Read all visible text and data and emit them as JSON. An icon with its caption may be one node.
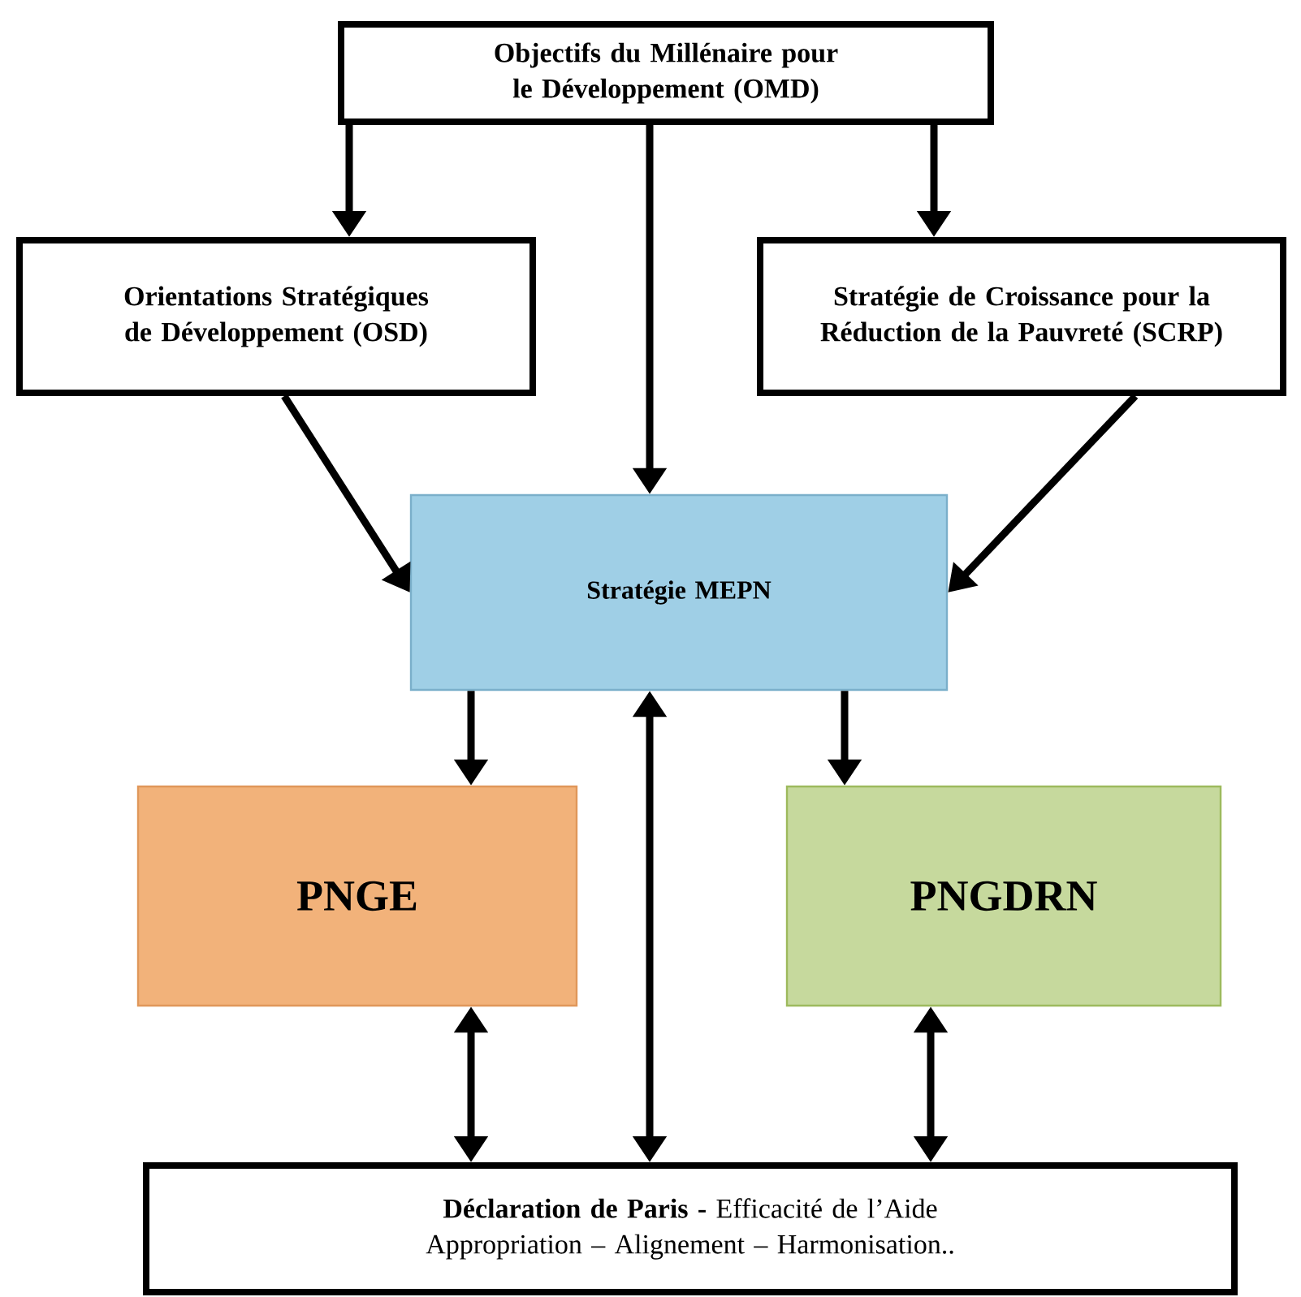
{
  "diagram": {
    "nodes": [
      {
        "text": [
          "Objectifs du Millénaire pour le Développement (OMD)"
        ]
      },
      {
        "text": [
          "Orientations Stratégiques de Développement (OSD)"
        ]
      },
      {
        "text": [
          "Stratégie de Croissance pour la Réduction de la Pauvreté (SCRP)"
        ]
      },
      {
        "text": [
          "Stratégie MEPN"
        ]
      },
      {
        "text": [
          "PNGE"
        ]
      },
      {
        "text": [
          "PNGDRN"
        ]
      },
      {
        "text": [
          "**Déclaration de Paris -** Efficacité de l’Aide",
          "Appropriation – Alignement – Harmonisation.."
        ]
      }
    ],
    "edges": [
      {
        "from": 0,
        "to": 1,
        "arrow": "to"
      },
      {
        "from": 0,
        "to": 3,
        "arrow": "to"
      },
      {
        "from": 0,
        "to": 2,
        "arrow": "to"
      },
      {
        "from": 1,
        "to": 3,
        "arrow": "to"
      },
      {
        "from": 2,
        "to": 3,
        "arrow": "to"
      },
      {
        "from": 3,
        "to": 4,
        "arrow": "to"
      },
      {
        "from": 3,
        "to": 5,
        "arrow": "to"
      },
      {
        "from": 3,
        "to": 6,
        "arrow": "both"
      },
      {
        "from": 4,
        "to": 6,
        "arrow": "both"
      },
      {
        "from": 5,
        "to": 6,
        "arrow": "both"
      }
    ]
  }
}
